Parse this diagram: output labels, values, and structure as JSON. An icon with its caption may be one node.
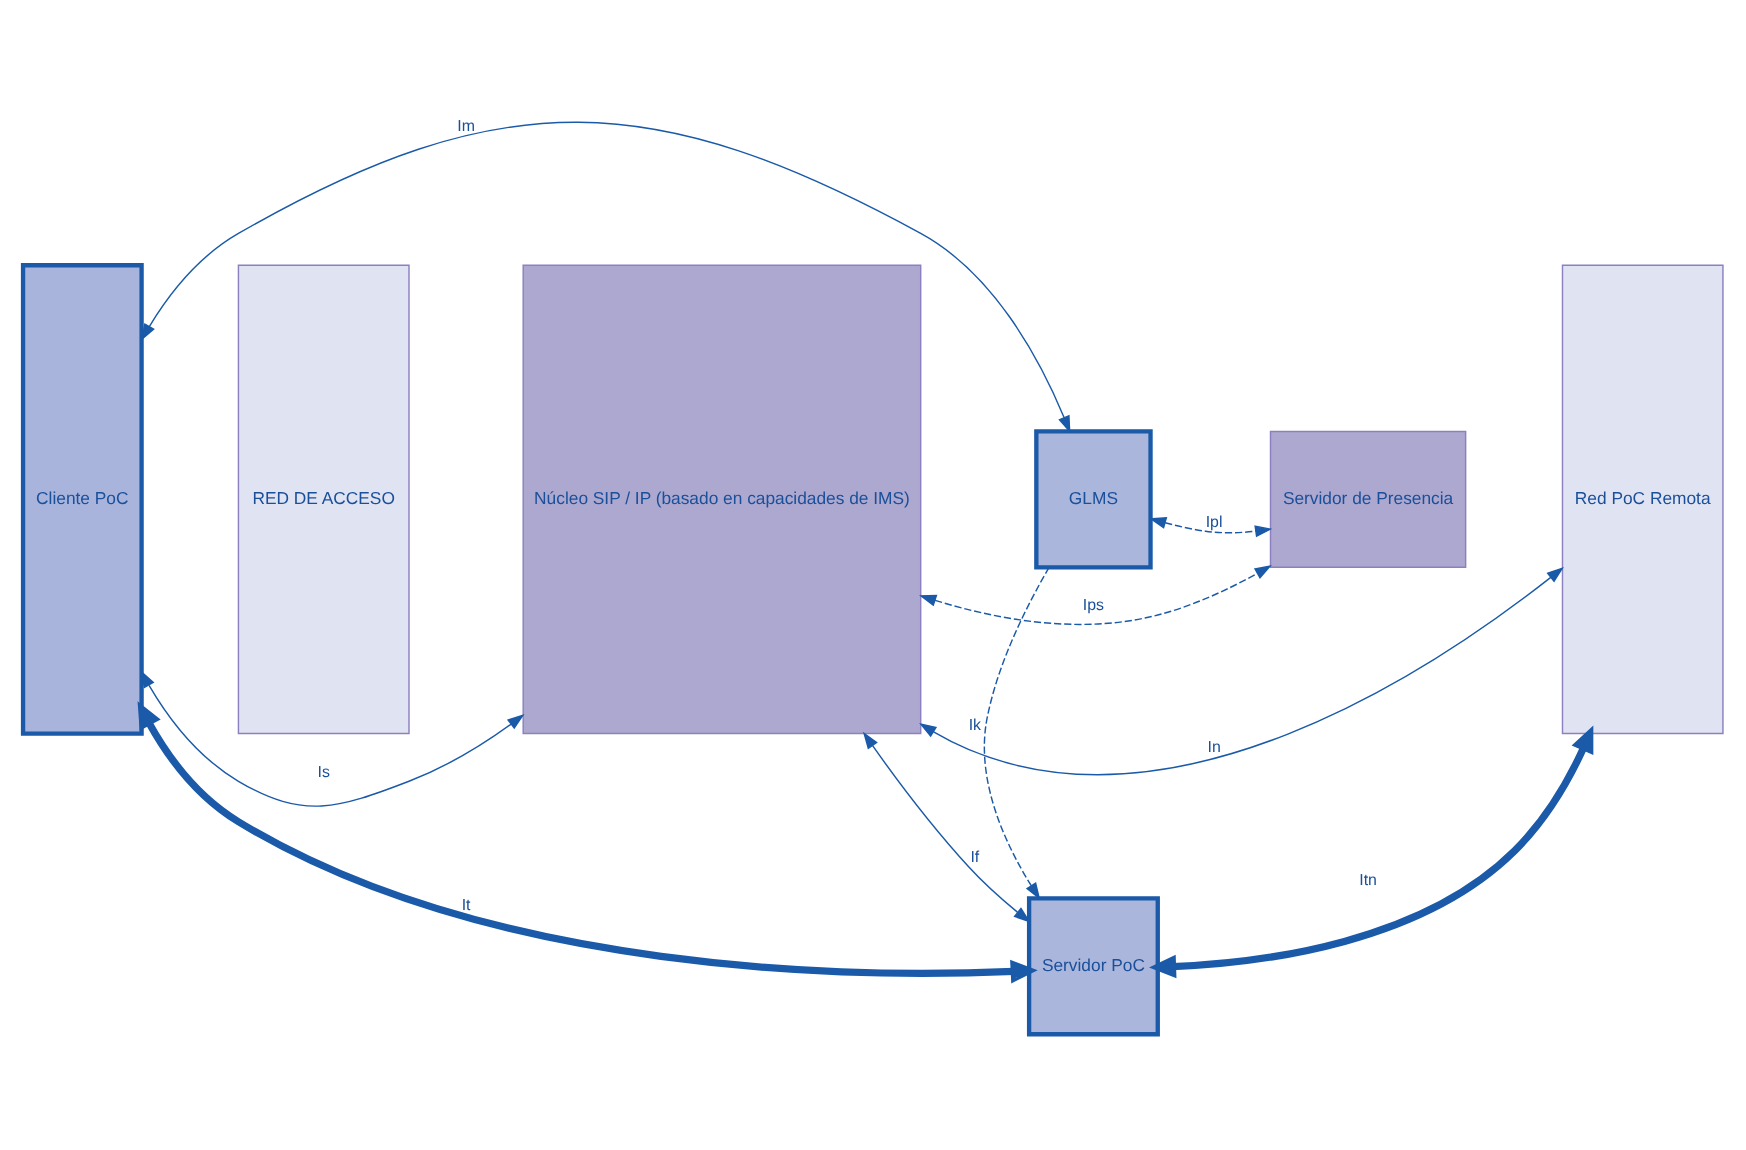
{
  "diagram": {
    "nodes": [
      {
        "text": [
          "Cliente PoC"
        ]
      },
      {
        "text": [
          "RED DE ACCESO"
        ]
      },
      {
        "text": [
          "Núcleo SIP / IP (basado en capacidades de IMS)"
        ]
      },
      {
        "text": [
          "GLMS"
        ]
      },
      {
        "text": [
          "Servidor de Presencia"
        ]
      },
      {
        "text": [
          "Servidor PoC"
        ]
      },
      {
        "text": [
          "Red PoC Remota"
        ]
      }
    ],
    "edges": [
      {
        "from": 0,
        "to": 3,
        "arrow": "both",
        "label": "Im"
      },
      {
        "from": 3,
        "to": 4,
        "arrow": "both",
        "label": "Ipl",
        "style": "dashed"
      },
      {
        "from": 3,
        "to": 5,
        "arrow": "to",
        "label": "Ik",
        "style": "dashed"
      },
      {
        "from": 2,
        "to": 4,
        "arrow": "both",
        "label": "Ips",
        "style": "dashed"
      },
      {
        "from": 2,
        "to": 5,
        "arrow": "both",
        "label": "If"
      },
      {
        "from": 0,
        "to": 2,
        "arrow": "both",
        "label": "Is"
      },
      {
        "from": 0,
        "to": 5,
        "arrow": "both",
        "label": "It",
        "style": "thick"
      },
      {
        "from": 5,
        "to": 6,
        "arrow": "both",
        "label": "Itn",
        "style": "thick"
      },
      {
        "from": 2,
        "to": 6,
        "arrow": "both",
        "label": "In"
      }
    ]
  }
}
